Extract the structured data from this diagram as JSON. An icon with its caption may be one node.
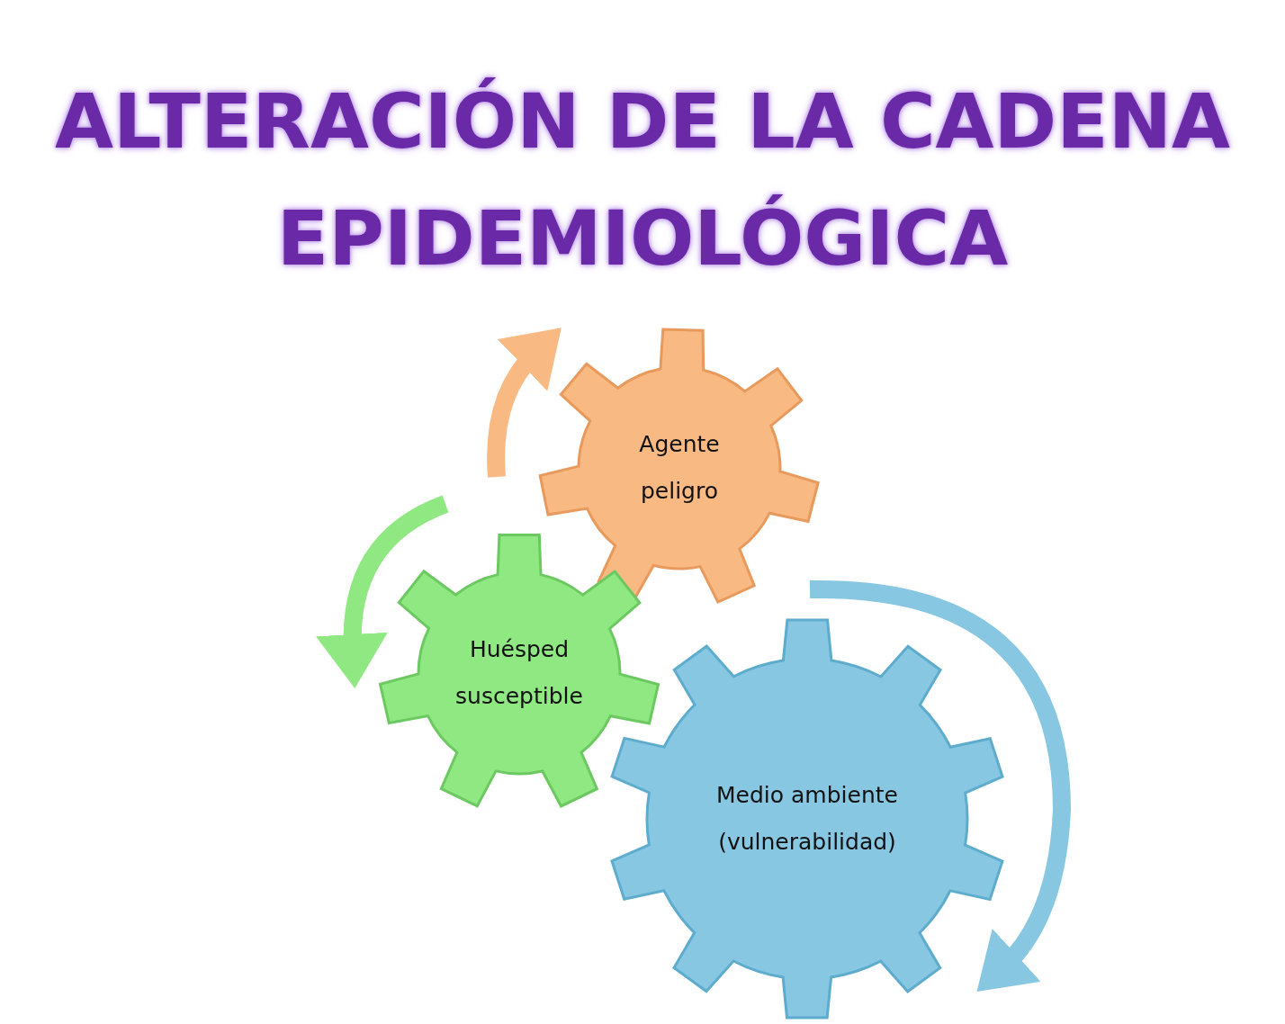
{
  "diagram": {
    "title": "ALTERACIÓN DE LA CADENA EPIDEMIOLÓGICA",
    "nodes": [
      {
        "text": [
          "Agente peligro"
        ]
      },
      {
        "text": [
          "Huésped susceptible"
        ]
      },
      {
        "text": [
          "Medio ambiente (vulnerabilidad)"
        ]
      }
    ]
  }
}
